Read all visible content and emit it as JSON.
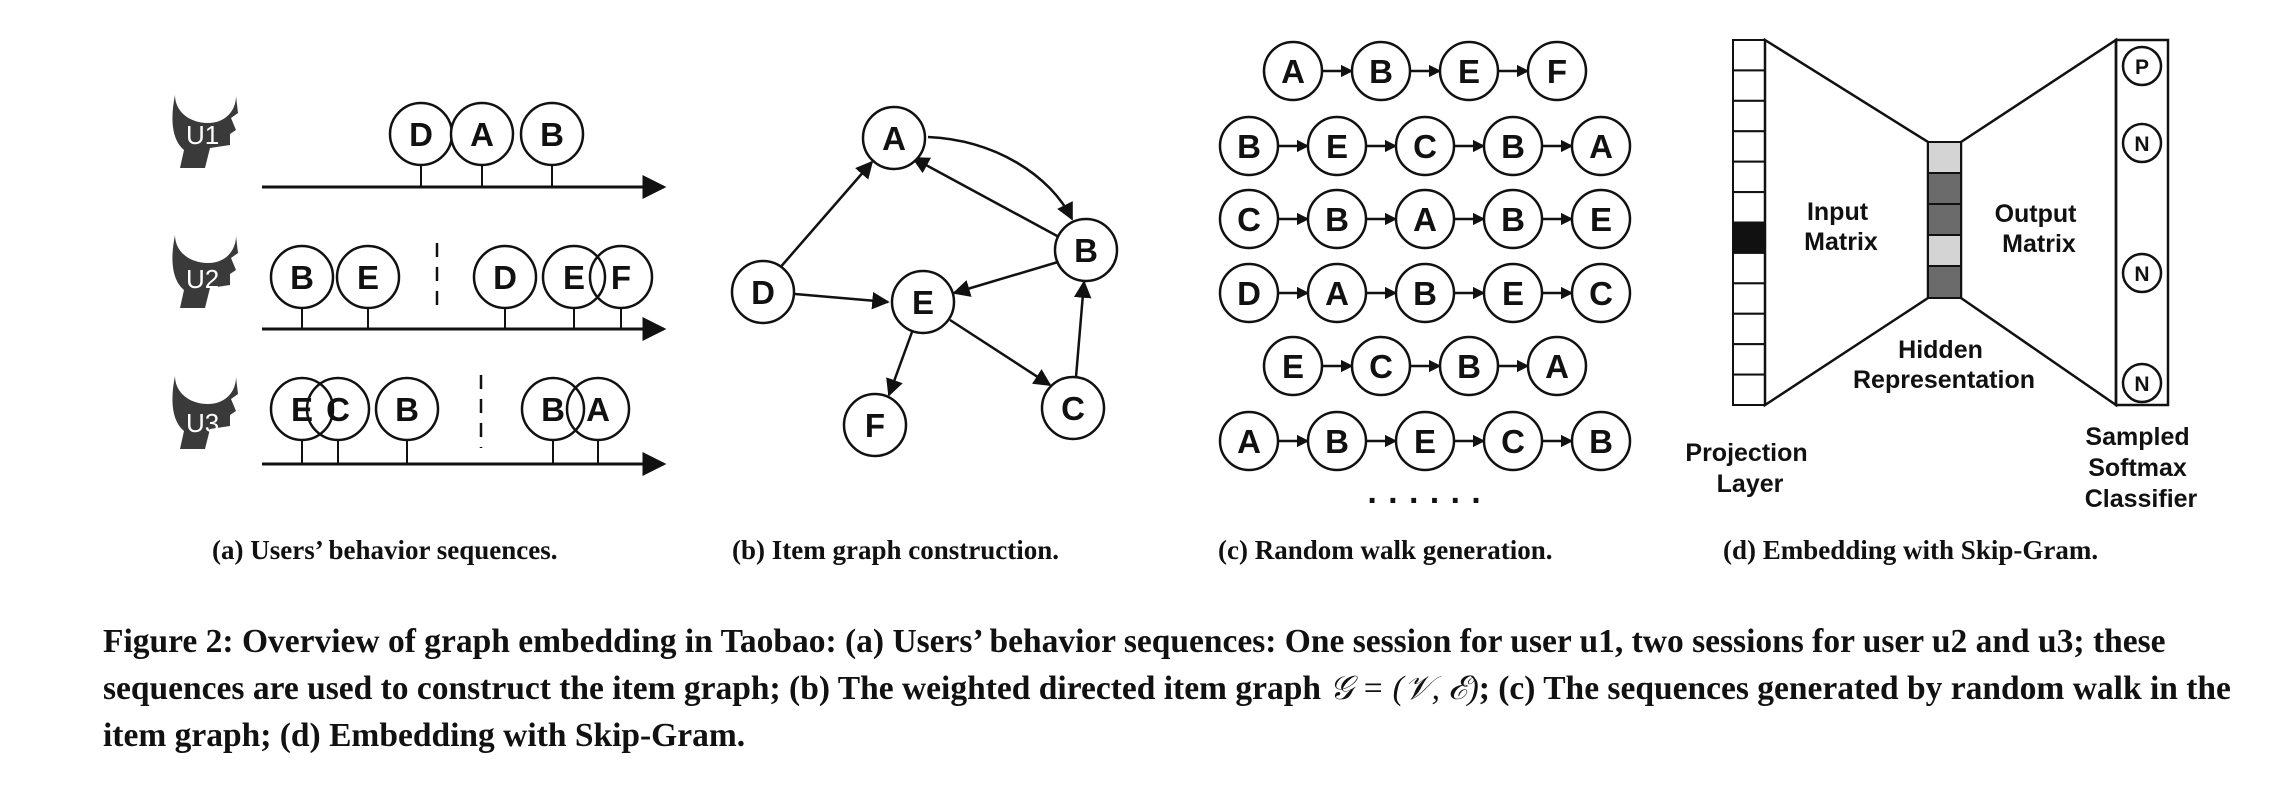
{
  "panel_a": {
    "users": [
      {
        "label": "U1",
        "items": [
          "D",
          "A",
          "B"
        ],
        "break": false
      },
      {
        "label": "U2",
        "items": [
          "B",
          "E",
          "D",
          "E",
          "F"
        ],
        "break": true
      },
      {
        "label": "U3",
        "items": [
          "E",
          "C",
          "B",
          "B",
          "A"
        ],
        "break": true
      }
    ],
    "caption": "(a) Users’ behavior sequences."
  },
  "panel_b": {
    "nodes": [
      "A",
      "B",
      "C",
      "D",
      "E",
      "F"
    ],
    "edges": [
      [
        "D",
        "A"
      ],
      [
        "A",
        "B"
      ],
      [
        "B",
        "A"
      ],
      [
        "D",
        "E"
      ],
      [
        "B",
        "E"
      ],
      [
        "E",
        "F"
      ],
      [
        "E",
        "C"
      ],
      [
        "C",
        "B"
      ]
    ],
    "caption": "(b) Item graph construction."
  },
  "panel_c": {
    "walks": [
      [
        "A",
        "B",
        "E",
        "F"
      ],
      [
        "B",
        "E",
        "C",
        "B",
        "A"
      ],
      [
        "C",
        "B",
        "A",
        "B",
        "E"
      ],
      [
        "D",
        "A",
        "B",
        "E",
        "C"
      ],
      [
        "E",
        "C",
        "B",
        "A"
      ],
      [
        "A",
        "B",
        "E",
        "C",
        "B"
      ]
    ],
    "ellipsis": "· · · · · ·",
    "caption": "(c) Random walk generation."
  },
  "panel_d": {
    "projection_label": [
      "Projection",
      "Layer"
    ],
    "input_label": [
      "Input",
      "Matrix"
    ],
    "hidden_label": [
      "Hidden",
      "Representation"
    ],
    "output_label": [
      "Output",
      "Matrix"
    ],
    "classifier_label": [
      "Sampled",
      "Softmax",
      "Classifier"
    ],
    "output_nodes": [
      "P",
      "N",
      "N",
      "N"
    ],
    "caption": "(d) Embedding with Skip-Gram."
  },
  "caption": {
    "prefix": "Figure 2: Overview of graph embedding in Taobao: (a) Users’ behavior sequences: One session for user u1, two sessions for user u2 and u3; these sequences are used to construct the item graph; (b) The weighted directed item graph ",
    "math": "𝒢 = (𝒱, ℰ)",
    "suffix": "; (c) The sequences generated by random walk in the item graph; (d) Embedding with Skip-Gram."
  },
  "colors": {
    "stroke": "#111111",
    "head": "#3a3a3a",
    "hidden_dark": "#6b6b6b",
    "hidden_light": "#d4d4d4",
    "proj_active": "#111111"
  }
}
